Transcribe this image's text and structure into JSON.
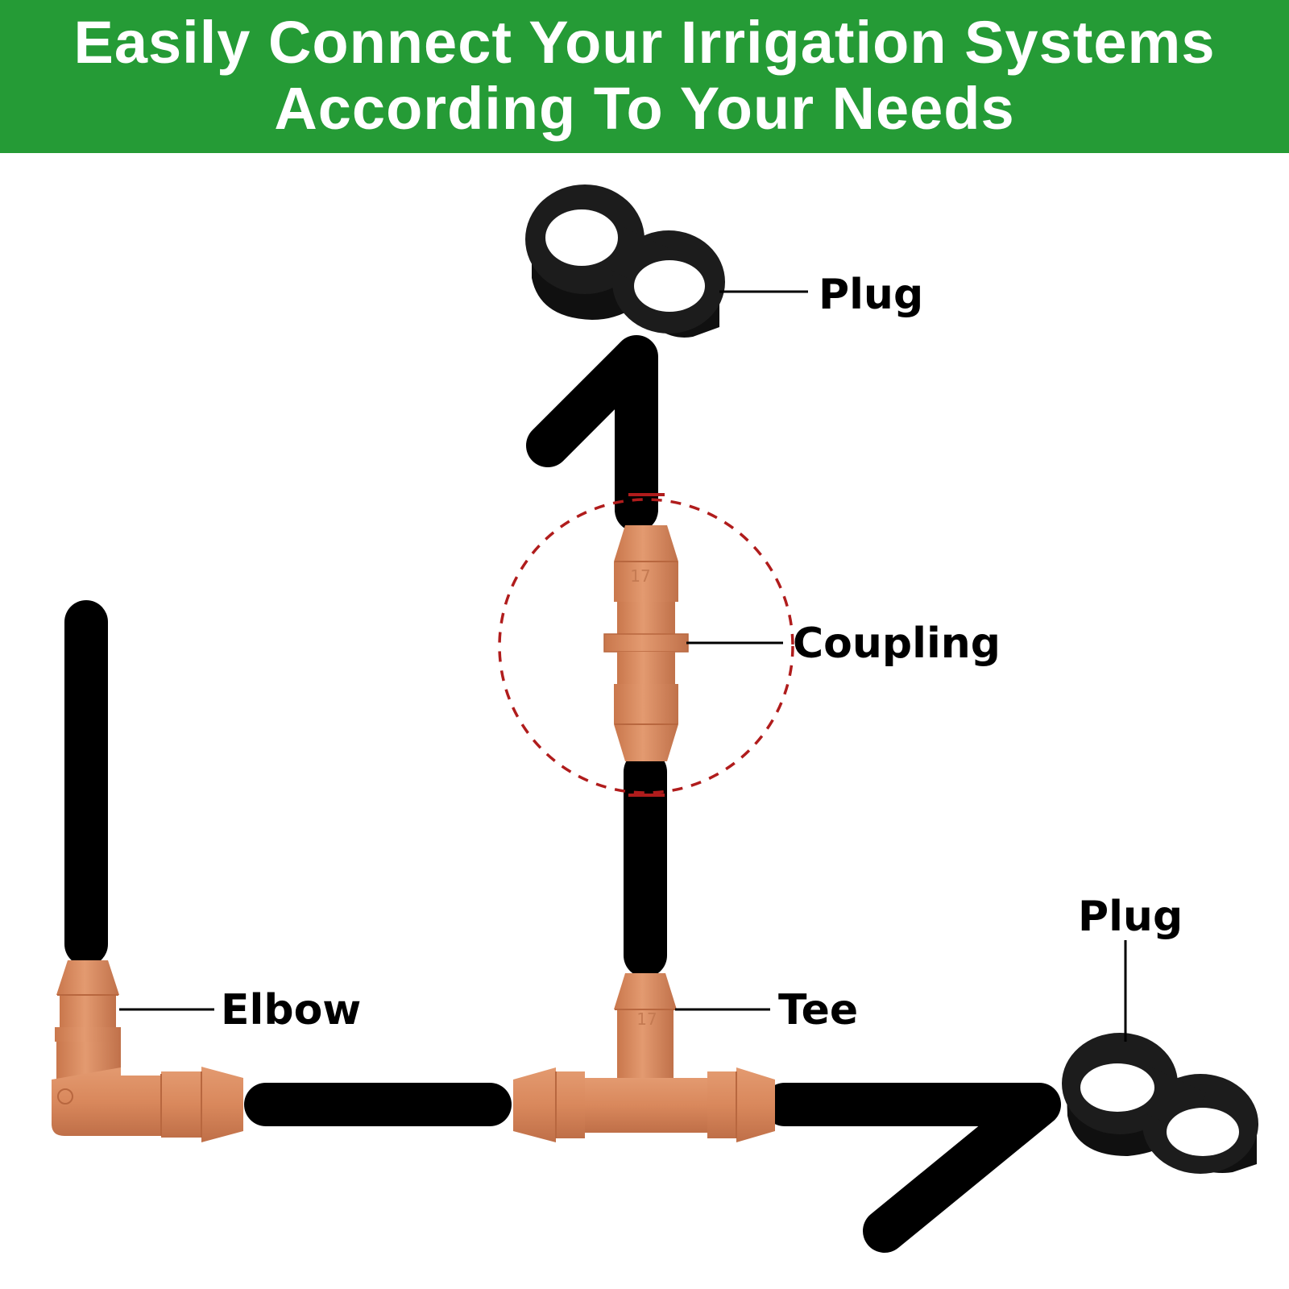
{
  "banner": {
    "line1": "Easily Connect Your Irrigation Systems",
    "line2": "According To Your Needs"
  },
  "labels": {
    "plug_top": "Plug",
    "coupling": "Coupling",
    "elbow": "Elbow",
    "tee": "Tee",
    "plug_right": "Plug"
  },
  "part_marks": {
    "coupling": "17",
    "tee": "17"
  },
  "colors": {
    "banner": "#259b36",
    "tubing": "#000000",
    "fitting": "#d9885c",
    "plug": "#1a1a1a",
    "highlight_circle": "#b01c1c"
  }
}
